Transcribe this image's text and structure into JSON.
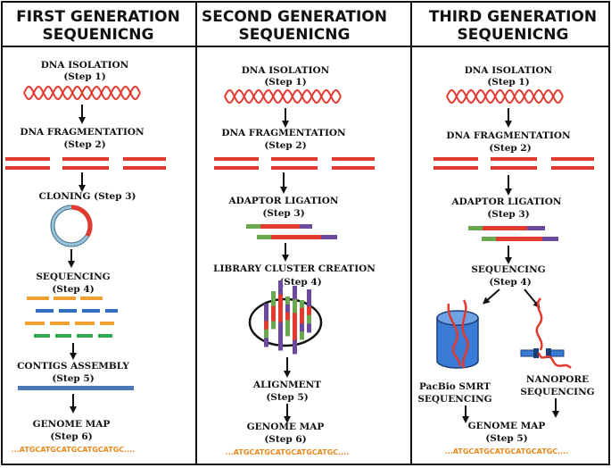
{
  "colors": {
    "dna_red": "#e23a2e",
    "green": "#6aa84f",
    "purple": "#6b4a9e",
    "orange": "#f0a030",
    "blue": "#2f6fbf",
    "seq_orange": "#e8881a",
    "cylinder_blue": "#3a7bd5",
    "plasmid_blue": "#9cc3d8"
  },
  "columns": [
    {
      "title_line1": "FIRST GENERATION",
      "title_line2": "SEQUENICNG",
      "steps": [
        {
          "name": "DNA ISOLATION",
          "step": "(Step 1)"
        },
        {
          "name": "DNA FRAGMENTATION",
          "step": "(Step 2)"
        },
        {
          "name": "CLONING (Step 3)",
          "step": ""
        },
        {
          "name": "SEQUENCING",
          "step": "(Step 4)"
        },
        {
          "name": "CONTIGS ASSEMBLY",
          "step": "(Step 5)"
        },
        {
          "name": "GENOME MAP",
          "step": "(Step 6)"
        }
      ],
      "sequence": "...ATGCATGCATGCATGCATGC...."
    },
    {
      "title_line1": "SECOND GENERATION",
      "title_line2": "SEQUENICNG",
      "steps": [
        {
          "name": "DNA ISOLATION",
          "step": "(Step 1)"
        },
        {
          "name": "DNA FRAGMENTATION",
          "step": "(Step 2)"
        },
        {
          "name": "ADAPTOR LIGATION",
          "step": "(Step 3)"
        },
        {
          "name": "LIBRARY CLUSTER CREATION",
          "step": "(Step 4)"
        },
        {
          "name": "ALIGNMENT",
          "step": "(Step 5)"
        },
        {
          "name": "GENOME MAP",
          "step": "(Step 6)"
        }
      ],
      "sequence": "...ATGCATGCATGCATGCATGC...."
    },
    {
      "title_line1": "THIRD GENERATION",
      "title_line2": "SEQUENICNG",
      "steps": [
        {
          "name": "DNA ISOLATION",
          "step": "(Step 1)"
        },
        {
          "name": "DNA FRAGMENTATION",
          "step": "(Step 2)"
        },
        {
          "name": "ADAPTOR LIGATION",
          "step": "(Step 3)"
        },
        {
          "name": "SEQUENCING",
          "step": "(Step 4)"
        },
        {
          "name": "GENOME MAP",
          "step": "(Step 5)"
        }
      ],
      "branches": {
        "pacbio_line1": "PacBio SMRT",
        "pacbio_line2": "SEQUENCING",
        "nanopore_line1": "NANOPORE",
        "nanopore_line2": "SEQUENCING"
      },
      "sequence": "...ATGCATGCATGCATGCATGC...."
    }
  ]
}
